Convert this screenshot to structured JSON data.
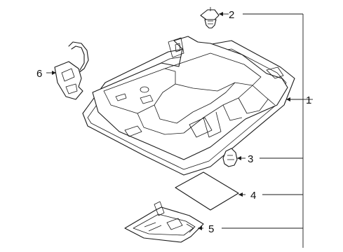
{
  "callouts": {
    "c1": "1",
    "c2": "2",
    "c3": "3",
    "c4": "4",
    "c5": "5",
    "c6": "6"
  },
  "colors": {
    "line": "#1a1a1a",
    "background": "#ffffff"
  }
}
